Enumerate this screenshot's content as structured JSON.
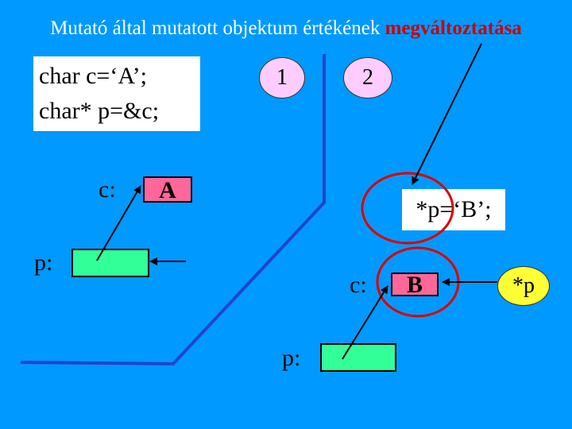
{
  "title": {
    "text": "Mutató által mutatott objektum értékének ",
    "highlight": "megváltoztatása"
  },
  "code": {
    "line1": "char c=‘A’;",
    "line2": "char* p=&c;"
  },
  "steps": [
    "1",
    "2"
  ],
  "left": {
    "c_label": "c:",
    "c_value": "A",
    "p_label": "p:"
  },
  "right": {
    "statement": "*p=‘B’;",
    "c_label": "c:",
    "c_value": "B",
    "p_label": "p:",
    "deref_label": "*p"
  },
  "colors": {
    "background": "#0099ff",
    "highlight": "#cc0000",
    "char_cell": "#ff6699",
    "pointer_cell": "#33ff99",
    "step_oval": "#ffccff",
    "deref_oval": "#ffff33",
    "circle": "#dd0000"
  }
}
